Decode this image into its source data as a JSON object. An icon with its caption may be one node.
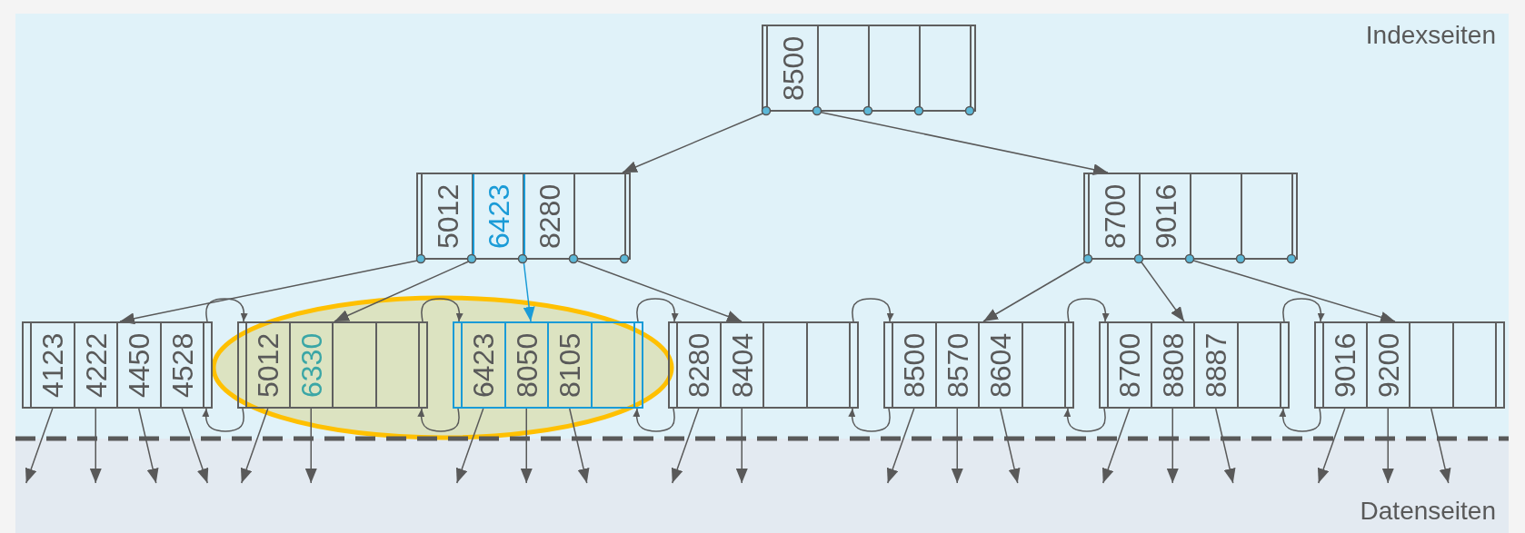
{
  "diagram": {
    "nodes": [
      {
        "text": [
          "Indexseiten"
        ]
      },
      {
        "text": [
          "Datenseiten"
        ]
      },
      {
        "text": [],
        "shape": "box",
        "in": 0
      },
      {
        "text": [
          "8500"
        ],
        "in": 2
      },
      {
        "text": [],
        "shape": "box",
        "in": 0
      },
      {
        "text": [
          "5012"
        ],
        "in": 4
      },
      {
        "text": [
          "6423"
        ],
        "in": 4
      },
      {
        "text": [
          "8280"
        ],
        "in": 4
      },
      {
        "text": [],
        "shape": "box",
        "in": 0
      },
      {
        "text": [
          "8700"
        ],
        "in": 8
      },
      {
        "text": [
          "9016"
        ],
        "in": 8
      },
      {
        "text": [],
        "shape": "box",
        "in": 0
      },
      {
        "text": [
          "4123"
        ],
        "in": 11
      },
      {
        "text": [
          "4222"
        ],
        "in": 11
      },
      {
        "text": [
          "4450"
        ],
        "in": 11
      },
      {
        "text": [
          "4528"
        ],
        "in": 11
      },
      {
        "text": [],
        "shape": "box",
        "in": 0
      },
      {
        "text": [
          "5012"
        ],
        "in": 16
      },
      {
        "text": [
          "6330"
        ],
        "in": 16
      },
      {
        "text": [],
        "shape": "box",
        "in": 0
      },
      {
        "text": [
          "6423"
        ],
        "in": 19
      },
      {
        "text": [
          "8050"
        ],
        "in": 19
      },
      {
        "text": [
          "8105"
        ],
        "in": 19
      },
      {
        "text": [],
        "shape": "box",
        "in": 0
      },
      {
        "text": [
          "8280"
        ],
        "in": 23
      },
      {
        "text": [
          "8404"
        ],
        "in": 23
      },
      {
        "text": [],
        "shape": "box",
        "in": 0
      },
      {
        "text": [
          "8500"
        ],
        "in": 26
      },
      {
        "text": [
          "8570"
        ],
        "in": 26
      },
      {
        "text": [
          "8604"
        ],
        "in": 26
      },
      {
        "text": [],
        "shape": "box",
        "in": 0
      },
      {
        "text": [
          "8700"
        ],
        "in": 30
      },
      {
        "text": [
          "8808"
        ],
        "in": 30
      },
      {
        "text": [
          "8887"
        ],
        "in": 30
      },
      {
        "text": [],
        "shape": "box",
        "in": 0
      },
      {
        "text": [
          "9016"
        ],
        "in": 34
      },
      {
        "text": [
          "9200"
        ],
        "in": 34
      }
    ],
    "edges": [
      {
        "from": 2,
        "to": 4,
        "arrow": "to"
      },
      {
        "from": 2,
        "to": 8,
        "arrow": "to"
      },
      {
        "from": 4,
        "to": 11,
        "arrow": "to"
      },
      {
        "from": 4,
        "to": 16,
        "arrow": "to"
      },
      {
        "from": 4,
        "to": 19,
        "arrow": "to",
        "color": "#1a9bd7"
      },
      {
        "from": 4,
        "to": 23,
        "arrow": "to"
      },
      {
        "from": 8,
        "to": 26,
        "arrow": "to"
      },
      {
        "from": 8,
        "to": 30,
        "arrow": "to"
      },
      {
        "from": 8,
        "to": 34,
        "arrow": "to"
      },
      {
        "from": 11,
        "to": 16,
        "arrow": "to"
      },
      {
        "from": 16,
        "to": 11,
        "arrow": "to"
      },
      {
        "from": 16,
        "to": 19,
        "arrow": "to"
      },
      {
        "from": 19,
        "to": 16,
        "arrow": "to"
      },
      {
        "from": 19,
        "to": 23,
        "arrow": "to"
      },
      {
        "from": 23,
        "to": 19,
        "arrow": "to"
      },
      {
        "from": 23,
        "to": 26,
        "arrow": "to"
      },
      {
        "from": 26,
        "to": 23,
        "arrow": "to"
      },
      {
        "from": 26,
        "to": 30,
        "arrow": "to"
      },
      {
        "from": 30,
        "to": 26,
        "arrow": "to"
      },
      {
        "from": 30,
        "to": 34,
        "arrow": "to"
      },
      {
        "from": 34,
        "to": 30,
        "arrow": "to"
      },
      {
        "from": 11,
        "to": 1,
        "arrow": "to"
      },
      {
        "from": 11,
        "to": 1,
        "arrow": "to"
      },
      {
        "from": 11,
        "to": 1,
        "arrow": "to"
      },
      {
        "from": 11,
        "to": 1,
        "arrow": "to"
      },
      {
        "from": 16,
        "to": 1,
        "arrow": "to"
      },
      {
        "from": 16,
        "to": 1,
        "arrow": "to"
      },
      {
        "from": 19,
        "to": 1,
        "arrow": "to"
      },
      {
        "from": 19,
        "to": 1,
        "arrow": "to"
      },
      {
        "from": 19,
        "to": 1,
        "arrow": "to"
      },
      {
        "from": 23,
        "to": 1,
        "arrow": "to"
      },
      {
        "from": 23,
        "to": 1,
        "arrow": "to"
      },
      {
        "from": 26,
        "to": 1,
        "arrow": "to"
      },
      {
        "from": 26,
        "to": 1,
        "arrow": "to"
      },
      {
        "from": 26,
        "to": 1,
        "arrow": "to"
      },
      {
        "from": 30,
        "to": 1,
        "arrow": "to"
      },
      {
        "from": 30,
        "to": 1,
        "arrow": "to"
      },
      {
        "from": 30,
        "to": 1,
        "arrow": "to"
      },
      {
        "from": 34,
        "to": 1,
        "arrow": "to"
      },
      {
        "from": 34,
        "to": 1,
        "arrow": "to"
      },
      {
        "from": 34,
        "to": 1,
        "arrow": "to"
      }
    ]
  }
}
